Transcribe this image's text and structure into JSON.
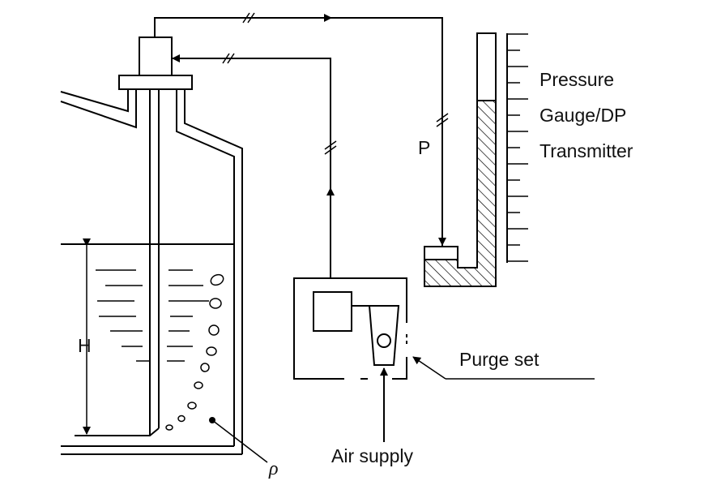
{
  "labels": {
    "pressure": "Pressure",
    "gauge": "Gauge/DP",
    "transmitter": "Transmitter",
    "p": "P",
    "h": "H",
    "purge_set": "Purge set",
    "air_supply": "Air supply",
    "rho": "ρ"
  }
}
